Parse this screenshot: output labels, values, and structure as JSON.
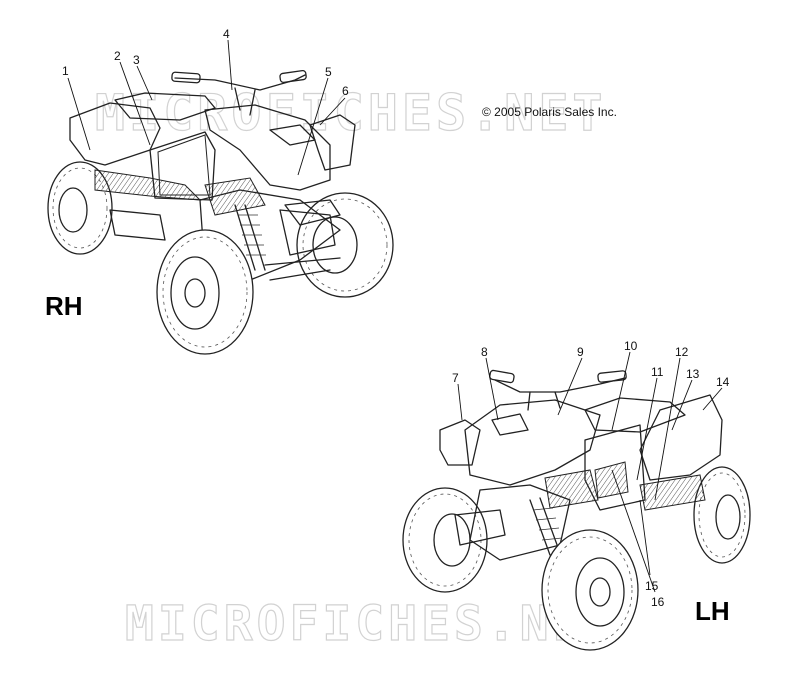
{
  "copyright": "© 2005 Polaris Sales Inc.",
  "watermark": "MICROFICHES.NET",
  "views": {
    "rh": {
      "label": "RH"
    },
    "lh": {
      "label": "LH"
    }
  },
  "callouts": [
    "1",
    "2",
    "3",
    "4",
    "5",
    "6",
    "7",
    "8",
    "9",
    "10",
    "11",
    "12",
    "13",
    "14",
    "15",
    "16"
  ],
  "colors": {
    "line": "#222222",
    "watermark": "#d2d2d2",
    "background": "#ffffff"
  }
}
